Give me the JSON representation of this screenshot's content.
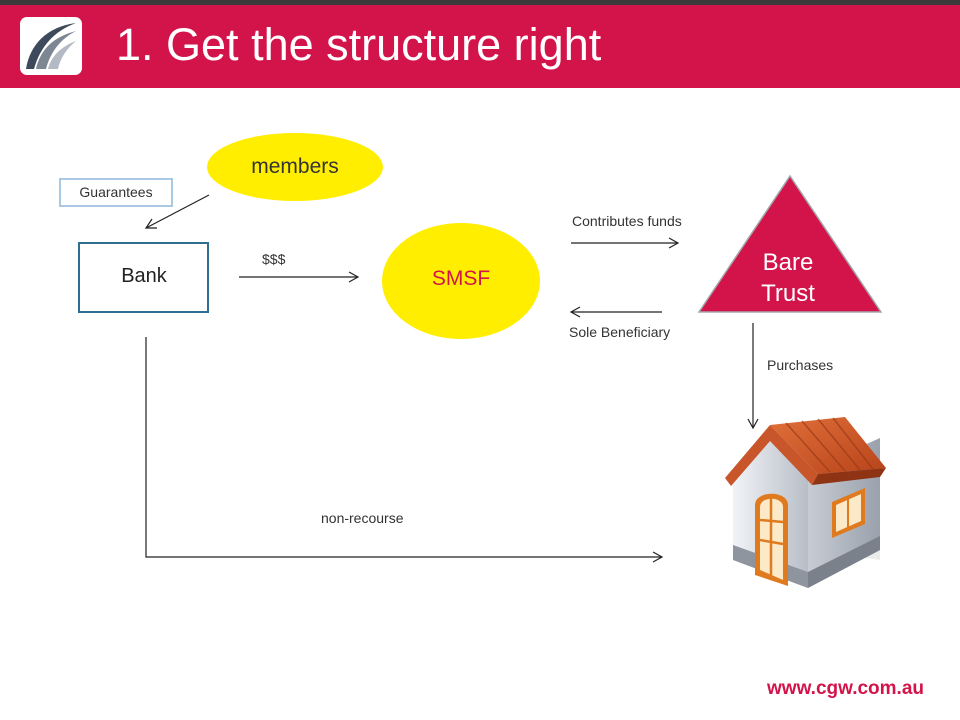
{
  "header": {
    "title": "1. Get the structure right",
    "logo_icon": "cgw-logo-icon",
    "accent_color": "#d3144a"
  },
  "diagram": {
    "nodes": {
      "members": {
        "label": "members",
        "shape": "ellipse",
        "color": "#ffee00"
      },
      "smsf": {
        "label": "SMSF",
        "shape": "ellipse",
        "color": "#ffee00"
      },
      "bank": {
        "label": "Bank",
        "shape": "rectangle",
        "border_color": "#2e6e8e"
      },
      "bare_trust": {
        "label": "Bare Trust",
        "shape": "triangle",
        "color": "#d3144a"
      },
      "guarantees": {
        "label": "Guarantees",
        "shape": "rectangle",
        "border_color": "#a9c8e4"
      },
      "property": {
        "icon": "house-icon"
      }
    },
    "edges": {
      "money": {
        "label": "$$$",
        "from": "Bank",
        "to": "SMSF"
      },
      "contributes": {
        "label": "Contributes funds",
        "from": "SMSF",
        "to": "Bare Trust"
      },
      "sole_beneficiary": {
        "label": "Sole Beneficiary",
        "from": "Bare Trust",
        "to": "SMSF"
      },
      "purchases": {
        "label": "Purchases",
        "from": "Bare Trust",
        "to": "property"
      },
      "non_recourse": {
        "label": "non-recourse",
        "from": "Bank",
        "to": "property"
      },
      "guarantee": {
        "from": "members",
        "to": "Bank"
      }
    }
  },
  "footer": {
    "url": "www.cgw.com.au"
  }
}
